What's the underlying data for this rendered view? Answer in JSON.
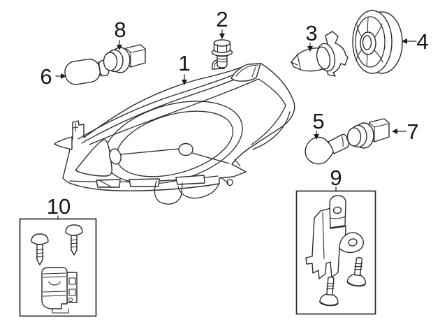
{
  "diagram": {
    "kind": "headlamp-parts-exploded-diagram",
    "background_color": "#ffffff",
    "line_color": "#2b2b2b",
    "label_color": "#161616",
    "callouts": [
      {
        "label": "1",
        "part": "headlamp-assembly"
      },
      {
        "label": "2",
        "part": "hex-flange-bolt"
      },
      {
        "label": "3",
        "part": "halogen-bulb"
      },
      {
        "label": "4",
        "part": "round-dust-cover-cap"
      },
      {
        "label": "5",
        "part": "signal-bulb"
      },
      {
        "label": "6",
        "part": "wedge-bulb"
      },
      {
        "label": "7",
        "part": "bulb-socket"
      },
      {
        "label": "8",
        "part": "bulb-socket"
      },
      {
        "label": "9",
        "part": "retainer-bracket-kit"
      },
      {
        "label": "10",
        "part": "mounting-bracket-kit"
      }
    ]
  }
}
